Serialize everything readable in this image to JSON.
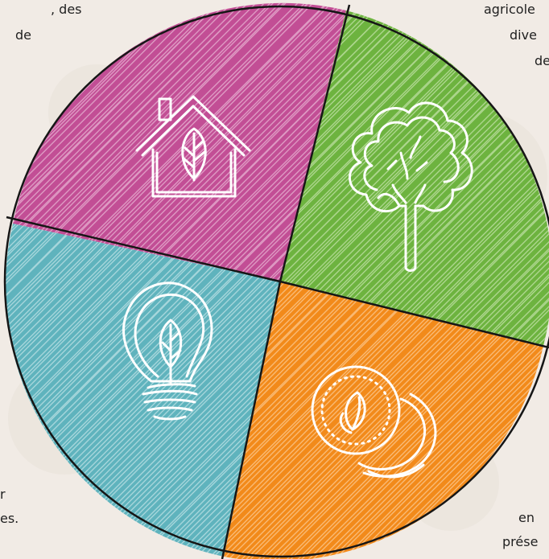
{
  "fragments": {
    "top_left": [
      ", des",
      "de"
    ],
    "top_right": [
      "agricole",
      "dive",
      "de"
    ],
    "bottom_left": [
      "r",
      "es."
    ],
    "bottom_right": [
      "en",
      "prése"
    ]
  },
  "segments": [
    {
      "id": "housing",
      "color": "#c24e95",
      "icon": "house-leaf-icon"
    },
    {
      "id": "agriculture",
      "color": "#6db33f",
      "icon": "tree-icon"
    },
    {
      "id": "finance",
      "color": "#f28a1a",
      "icon": "coins-leaf-icon"
    },
    {
      "id": "energy",
      "color": "#5fb3bd",
      "icon": "lightbulb-leaf-icon"
    }
  ],
  "colors": {
    "background": "#f1ebe5",
    "outline": "#161616",
    "icon_stroke": "#ffffff"
  }
}
